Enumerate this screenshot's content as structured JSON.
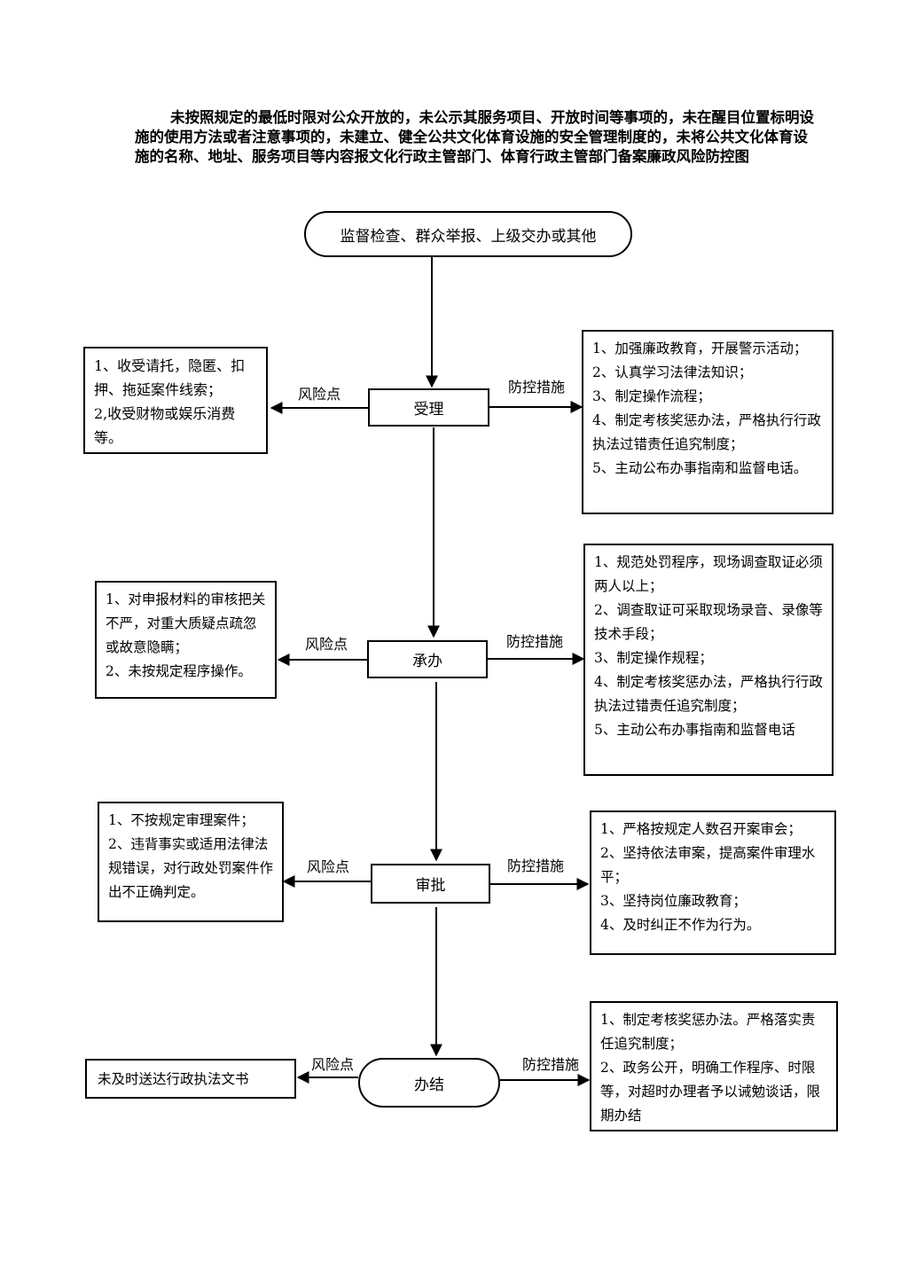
{
  "title": "未按照规定的最低时限对公众开放的，未公示其服务项目、开放时间等事项的，未在醒目位置标明设施的使用方法或者注意事项的，未建立、健全公共文化体育设施的安全管理制度的，未将公共文化体育设施的名称、地址、服务项目等内容报文化行政主管部门、体育行政主管部门备案廉政风险防控图",
  "start": "监督检查、群众举报、上级交办或其他",
  "label_risk": "风险点",
  "label_control": "防控措施",
  "steps": [
    {
      "name": "受理",
      "risks": [
        "1、收受请托，隐匿、扣押、拖延案件线索；",
        "2,收受财物或娱乐消费等。"
      ],
      "controls": [
        "1、加强廉政教育，开展警示活动；",
        "2、认真学习法律法知识；",
        "3、制定操作流程；",
        "4、制定考核奖惩办法，严格执行行政执法过错责任追究制度；",
        "5、主动公布办事指南和监督电话。"
      ]
    },
    {
      "name": "承办",
      "risks": [
        "1、对申报材料的审核把关不严，对重大质疑点疏忽或故意隐瞒；",
        "2、未按规定程序操作。"
      ],
      "controls": [
        "1、规范处罚程序，现场调查取证必须两人以上；",
        "2、调查取证可采取现场录音、录像等技术手段；",
        "3、制定操作规程；",
        "4、制定考核奖惩办法，严格执行行政执法过错责任追究制度；",
        "5、主动公布办事指南和监督电话"
      ]
    },
    {
      "name": "审批",
      "risks": [
        "1、不按规定审理案件；",
        "2、违背事实或适用法律法规错误，对行政处罚案件作出不正确判定。"
      ],
      "controls": [
        "1、严格按规定人数召开案审会；",
        "2、坚持依法审案，提高案件审理水平；",
        "3、坚持岗位廉政教育；",
        "4、及时纠正不作为行为。"
      ]
    },
    {
      "name": "办结",
      "risks": [
        "未及时送达行政执法文书"
      ],
      "controls": [
        "1、制定考核奖惩办法。严格落实责任追究制度；",
        "2、政务公开，明确工作程序、时限等，对超时办理者予以诫勉谈话，限期办结"
      ]
    }
  ]
}
